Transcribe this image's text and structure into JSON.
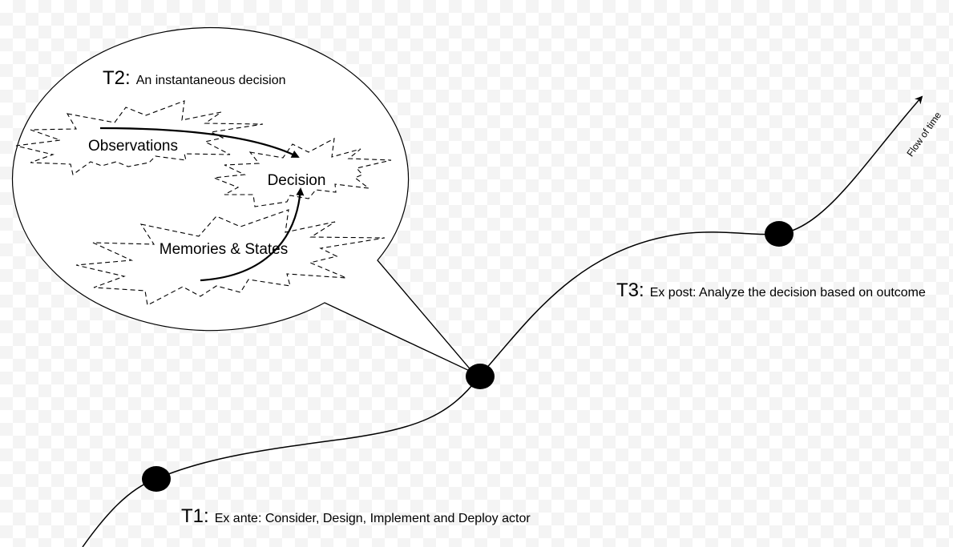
{
  "bubble": {
    "tag": "T2:",
    "title": "An instantaneous decision",
    "nodes": {
      "observations": "Observations",
      "decision": "Decision",
      "memories": "Memories & States"
    }
  },
  "timeline": {
    "t1": {
      "tag": "T1:",
      "text": "Ex ante: Consider, Design, Implement and Deploy actor"
    },
    "t3": {
      "tag": "T3:",
      "text": "Ex post: Analyze the decision based on outcome"
    },
    "flow_label": "Flow of time"
  }
}
